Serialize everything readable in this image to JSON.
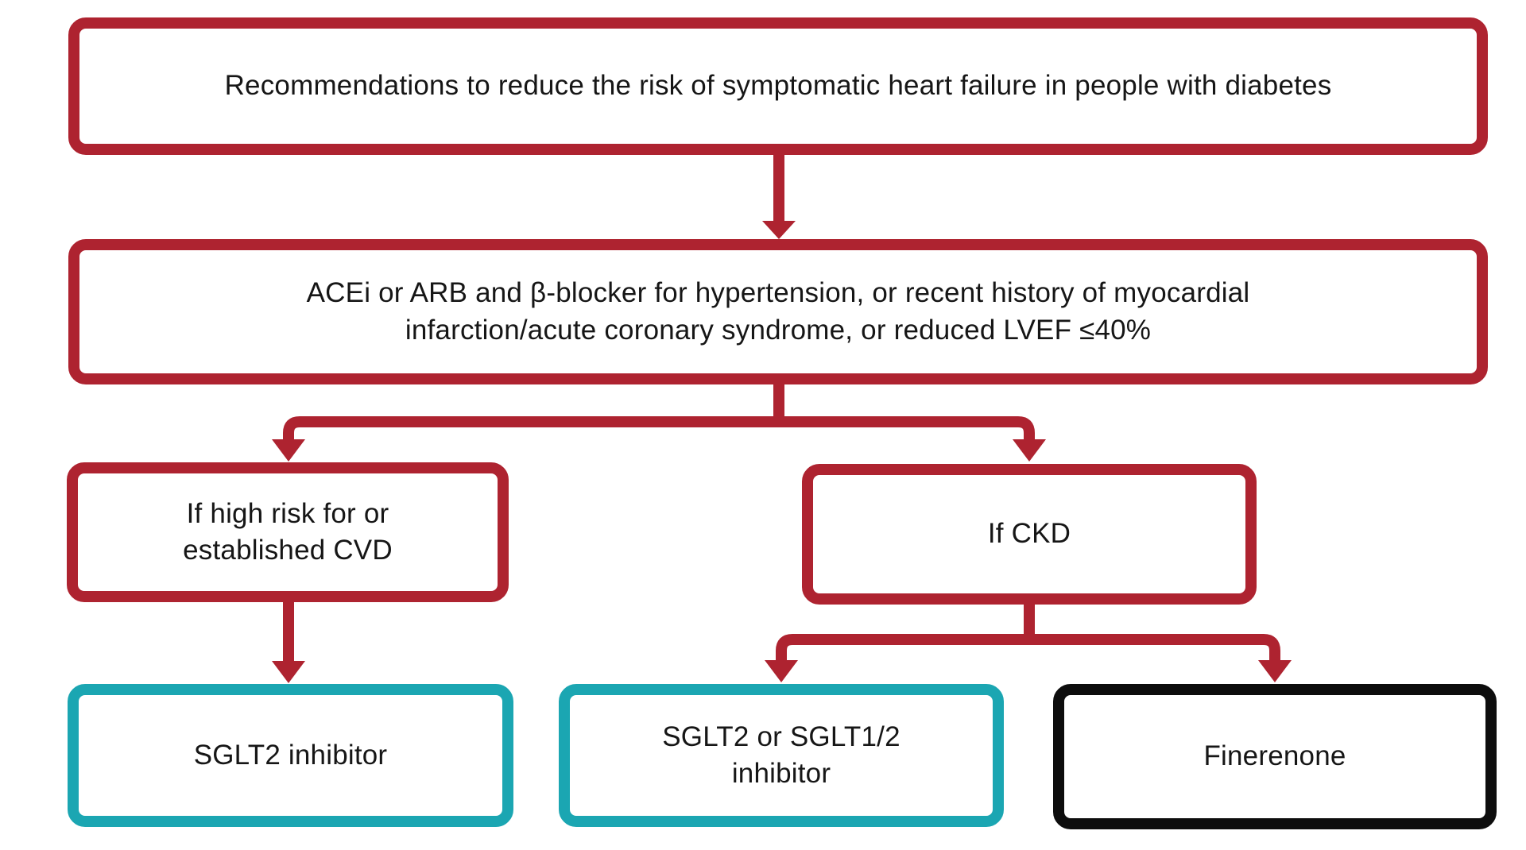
{
  "colors": {
    "red": "#AE2330",
    "teal": "#1BA6B2",
    "black": "#0D0D0D",
    "text": "#161616",
    "background": "#FFFFFF"
  },
  "flowchart": {
    "type": "clinical-decision-flowchart",
    "nodes": [
      {
        "id": "recommendation",
        "border": "red",
        "label": "Recommendations to reduce the risk of symptomatic heart failure in people with diabetes"
      },
      {
        "id": "first-line-therapy",
        "border": "red",
        "label": "ACEi or ARB and β-blocker for hypertension, or recent history of myocardial\ninfarction/acute coronary syndrome, or reduced LVEF ≤40%"
      },
      {
        "id": "if-high-risk-or-established-cvd",
        "border": "red",
        "label": "If high risk for or\nestablished CVD"
      },
      {
        "id": "if-ckd",
        "border": "red",
        "label": "If CKD"
      },
      {
        "id": "sglt2-inhibitor",
        "border": "teal",
        "label": "SGLT2 inhibitor"
      },
      {
        "id": "sglt2-or-sglt12-inhibitor",
        "border": "teal",
        "label": "SGLT2 or SGLT1/2\ninhibitor"
      },
      {
        "id": "finerenone",
        "border": "black",
        "label": "Finerenone"
      }
    ],
    "edges": [
      {
        "from": "recommendation",
        "to": "first-line-therapy"
      },
      {
        "from": "first-line-therapy",
        "to": "if-high-risk-or-established-cvd"
      },
      {
        "from": "first-line-therapy",
        "to": "if-ckd"
      },
      {
        "from": "if-high-risk-or-established-cvd",
        "to": "sglt2-inhibitor"
      },
      {
        "from": "if-ckd",
        "to": "sglt2-or-sglt12-inhibitor"
      },
      {
        "from": "if-ckd",
        "to": "finerenone"
      }
    ]
  }
}
